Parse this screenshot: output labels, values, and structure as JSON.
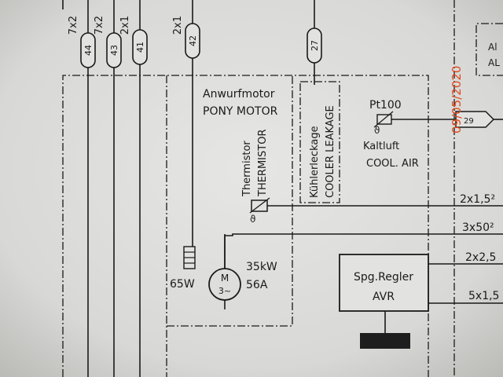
{
  "cables": {
    "c44": {
      "number": "44",
      "spec": "7x2"
    },
    "c43": {
      "number": "43",
      "spec": "7x2"
    },
    "c41": {
      "number": "41",
      "spec": "2x1"
    },
    "c42": {
      "number": "42",
      "spec": "2x1"
    },
    "c27": {
      "number": "27"
    },
    "c29": {
      "number": "29"
    }
  },
  "pony_motor": {
    "title_de": "Anwurfmotor",
    "title_en": "PONY MOTOR",
    "heater_power": "65W",
    "symbol_letter": "M",
    "symbol_phase": "3~",
    "power": "35kW",
    "current": "56A"
  },
  "thermistor": {
    "label_de": "Thermistor",
    "label_en": "THERMISTOR"
  },
  "cooler_leakage": {
    "label_de": "Kühlerleckage",
    "label_en": "COOLER LEAKAGE"
  },
  "pt100": {
    "label": "Pt100",
    "label_de": "Kaltluft",
    "label_en": "COOL. AIR"
  },
  "avr": {
    "label_de": "Spg.Regler",
    "label_en": "AVR"
  },
  "wire_specs": {
    "w1": "2x1,5²",
    "w2": "3x50²",
    "w3": "2x2,5",
    "w4": "5x1,5"
  },
  "right_box": {
    "line1": "Al",
    "line2": "AL"
  },
  "date_stamp": "09/05/2020",
  "colors": {
    "paper": "#dcdcda",
    "ink": "#1a1a1a",
    "stamp": "#e0481c",
    "block": "#1e1e1e"
  }
}
